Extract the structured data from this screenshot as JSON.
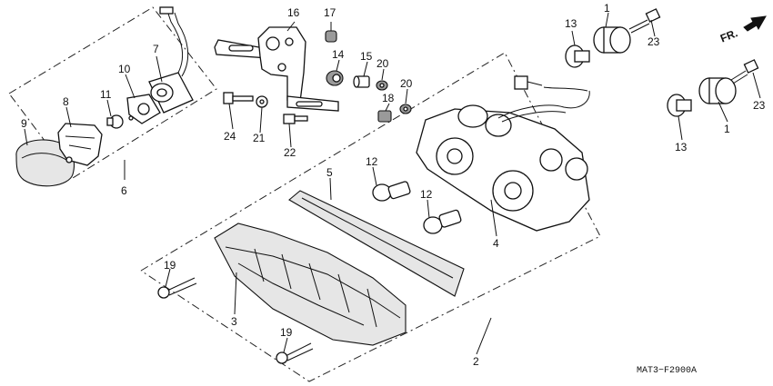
{
  "diagram": {
    "code": "MAT3−F2900A",
    "direction_label": "FR.",
    "direction_icon": "arrow-right-icon",
    "callouts": {
      "c1a": "1",
      "c1b": "1",
      "c2": "2",
      "c3": "3",
      "c4": "4",
      "c5": "5",
      "c6": "6",
      "c7": "7",
      "c8": "8",
      "c9": "9",
      "c10": "10",
      "c11": "11",
      "c12a": "12",
      "c12b": "12",
      "c13a": "13",
      "c13b": "13",
      "c14": "14",
      "c15": "15",
      "c16": "16",
      "c17": "17",
      "c18": "18",
      "c19a": "19",
      "c19b": "19",
      "c20a": "20",
      "c20b": "20",
      "c21": "21",
      "c22": "22",
      "c23a": "23",
      "c23b": "23",
      "c24": "24"
    }
  }
}
